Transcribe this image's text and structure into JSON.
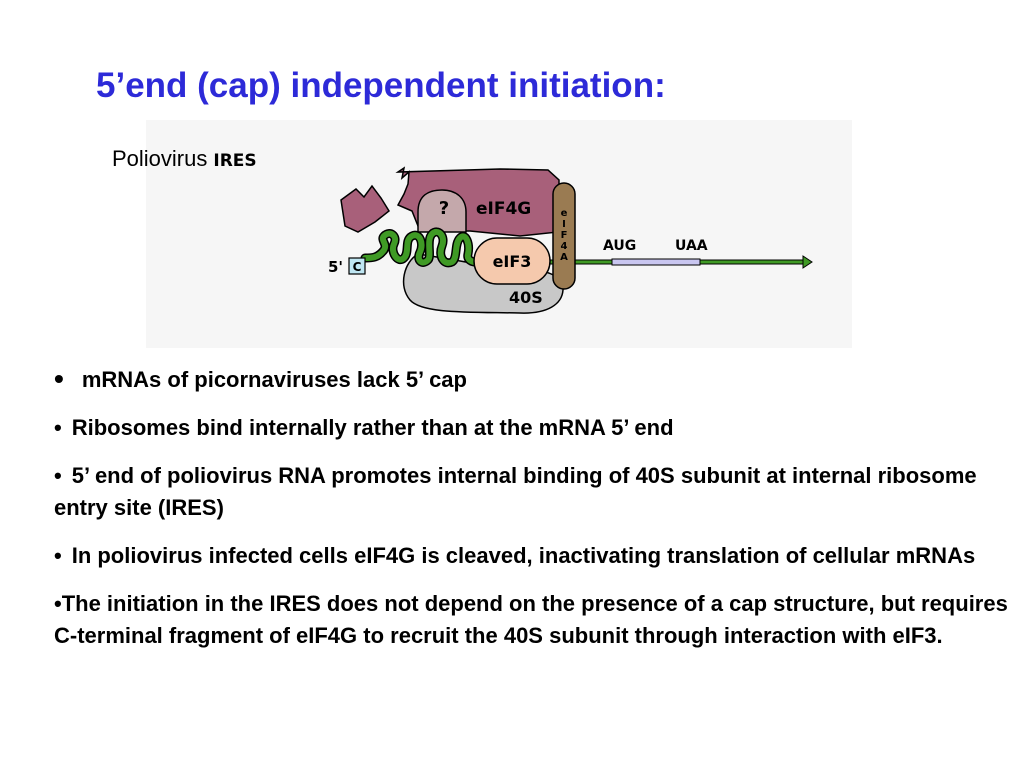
{
  "title": "5’end (cap) independent initiation:",
  "figure": {
    "label_prefix": "Poliovirus",
    "label_ires": "IRES",
    "five_prime": "5'",
    "cap": "C",
    "question": "?",
    "eif4g": "eIF4G",
    "eif4a": [
      "e",
      "I",
      "F",
      "4",
      "A"
    ],
    "eif3": "eIF3",
    "ribosome": "40S",
    "start_codon": "AUG",
    "stop_codon": "UAA",
    "colors": {
      "eif4g": "#a8607a",
      "eif4a": "#9a7b52",
      "eif3": "#f5c9ad",
      "ribosome": "#c8c8c8",
      "mrna": "#3f9a25",
      "orf": "#c9c6f0",
      "cap": "#bfe6f2"
    }
  },
  "bullets": [
    {
      "marker": "•",
      "text": "mRNAs of picornaviruses lack 5’ cap"
    },
    {
      "marker": "•",
      "text": "Ribosomes bind internally rather than at the mRNA 5’ end"
    },
    {
      "marker": "•",
      "text": "5’ end of poliovirus RNA promotes internal binding of 40S subunit at internal ribosome entry site (IRES)"
    },
    {
      "marker": "•",
      "text": "In poliovirus infected cells eIF4G is cleaved, inactivating translation of cellular mRNAs"
    },
    {
      "marker": "•",
      "text": "The initiation in the IRES does not depend on the presence of a cap structure, but requires C-terminal fragment of eIF4G to recruit the 40S subunit through interaction with eIF3."
    }
  ]
}
